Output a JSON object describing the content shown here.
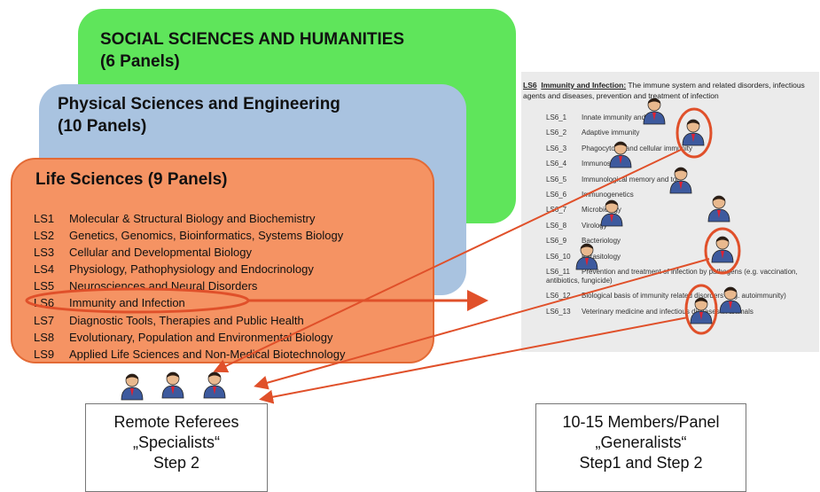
{
  "cards": {
    "green_title": "SOCIAL SCIENCES AND HUMANITIES",
    "green_sub": "(6 Panels)",
    "blue_title": "Physical Sciences and Engineering",
    "blue_sub": "(10 Panels)",
    "orange_title": "Life Sciences (9 Panels)"
  },
  "ls": [
    {
      "code": "LS1",
      "name": "Molecular & Structural  Biology and Biochemistry"
    },
    {
      "code": "LS2",
      "name": "Genetics, Genomics, Bioinformatics, Systems Biology"
    },
    {
      "code": "LS3",
      "name": "Cellular and Developmental Biology"
    },
    {
      "code": "LS4",
      "name": "Physiology, Pathophysiology and Endocrinology"
    },
    {
      "code": "LS5",
      "name": "Neurosciences and Neural Disorders"
    },
    {
      "code": "LS6",
      "name": "Immunity  and Infection"
    },
    {
      "code": "LS7",
      "name": "Diagnostic Tools, Therapies and Public Health"
    },
    {
      "code": "LS8",
      "name": "Evolutionary,  Population and Environmental Biology"
    },
    {
      "code": "LS9",
      "name": "Applied Life Sciences and Non-Medical Biotechnology"
    }
  ],
  "doc": {
    "heading_code": "LS6",
    "heading_title": "Immunity and Infection:",
    "heading_text": "The immune system and related disorders, infectious agents and diseases, prevention and treatment of infection",
    "items": [
      {
        "code": "LS6_1",
        "text": "Innate immunity and"
      },
      {
        "code": "LS6_2",
        "text": "Adaptive immunity"
      },
      {
        "code": "LS6_3",
        "text": "Phagocytosis and cellular immunity"
      },
      {
        "code": "LS6_4",
        "text": "Immunosig"
      },
      {
        "code": "LS6_5",
        "text": "Immunological memory and tol"
      },
      {
        "code": "LS6_6",
        "text": "Immunogenetics"
      },
      {
        "code": "LS6_7",
        "text": "Microbiology"
      },
      {
        "code": "LS6_8",
        "text": "Virology"
      },
      {
        "code": "LS6_9",
        "text": "Bacteriology"
      },
      {
        "code": "LS6_10",
        "text": "Parasitology"
      },
      {
        "code": "LS6_11",
        "text": "Prevention and treatment of infection by pathogens (e.g. vaccination, antibiotics, fungicide)"
      },
      {
        "code": "LS6_12",
        "text": "Biological basis of immunity related disorders (e.g. autoimmunity)"
      },
      {
        "code": "LS6_13",
        "text": "Veterinary medicine and infectious diseases in animals"
      }
    ]
  },
  "boxes": {
    "left": [
      "Remote Referees",
      "„Specialists“",
      "Step 2"
    ],
    "right": [
      "10-15 Members/Panel",
      "„Generalists“",
      "Step1 and Step 2"
    ]
  },
  "colors": {
    "arrow": "#e0502a",
    "green": "#5fe55b",
    "blue": "#a9c3e0",
    "orange": "#f59363"
  },
  "icons": [
    "person-icon"
  ]
}
